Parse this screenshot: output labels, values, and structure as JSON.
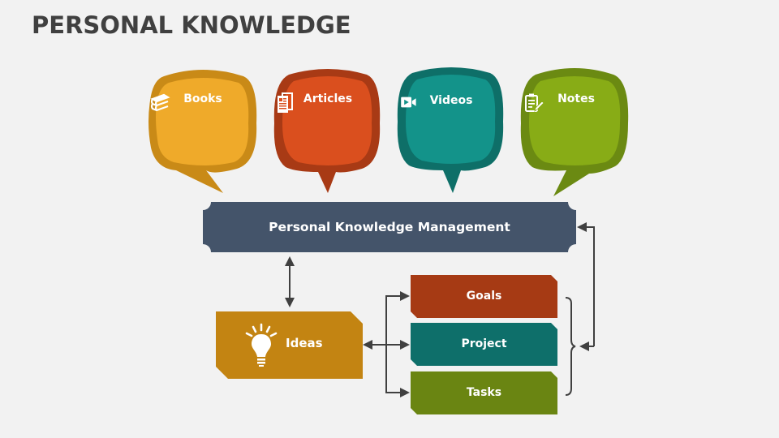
{
  "title": "PERSONAL KNOWLEDGE",
  "sources": [
    {
      "label": "Books",
      "icon": "books-icon",
      "color": "#efaa2a",
      "rim": "#c98a17"
    },
    {
      "label": "Articles",
      "icon": "newspaper-icon",
      "color": "#da4f1e",
      "rim": "#a83a15"
    },
    {
      "label": "Videos",
      "icon": "video-camera-icon",
      "color": "#13938a",
      "rim": "#0e6f68"
    },
    {
      "label": "Notes",
      "icon": "clipboard-pencil-icon",
      "color": "#88ac16",
      "rim": "#6b8a12"
    }
  ],
  "center": {
    "label": "Personal Knowledge Management",
    "color": "#44546a"
  },
  "ideas": {
    "label": "Ideas",
    "icon": "lightbulb-icon",
    "color": "#c38412"
  },
  "outputs": [
    {
      "label": "Goals",
      "color": "#a63a14"
    },
    {
      "label": "Project",
      "color": "#0e6f6a"
    },
    {
      "label": "Tasks",
      "color": "#6a8512"
    }
  ],
  "connector_color": "#404040"
}
